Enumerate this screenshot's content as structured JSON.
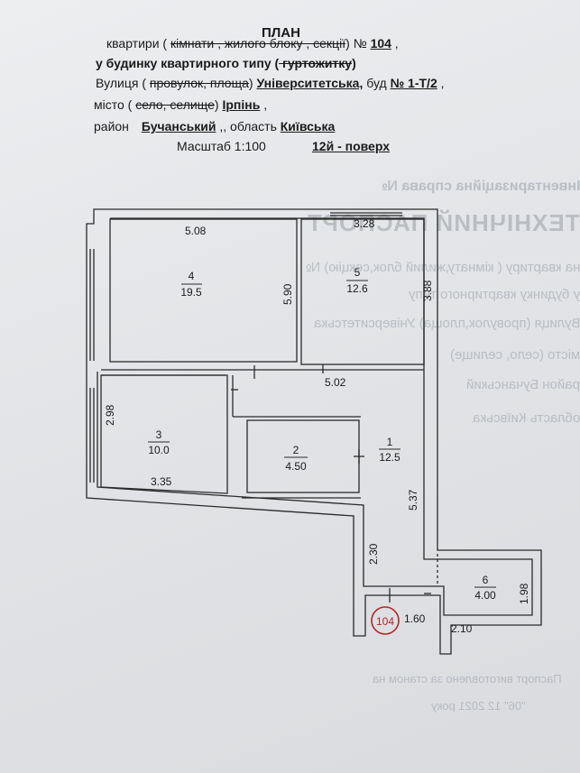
{
  "header": {
    "title": "ПЛАН",
    "line1_prefix": "квартири ( ",
    "line1_struck": "кімнати , жилого блоку , секції",
    "line1_suffix": ") № ",
    "apartment_no": "104",
    "line2_prefix": "у будинку квартирного типу (",
    "line2_struck": " гуртожитку",
    "line2_suffix": ")",
    "line3_prefix": "Вулиця ( ",
    "line3_struck": "провулок, площа",
    "line3_suffix": ") ",
    "street": "Університетська,",
    "building_label": " буд ",
    "building_no": "№ 1-Т/2",
    "line4_prefix": "місто ( ",
    "line4_struck": "село, селище",
    "line4_suffix": ") ",
    "city": "Ірпінь",
    "district_label": "район ",
    "district": "Бучанський",
    "region_label": ", область ",
    "region": "Київська",
    "scale_label": "Масштаб ",
    "scale": "1:100",
    "floor": "12й - поверх"
  },
  "plan": {
    "dimensions": {
      "d508": "5.08",
      "d328": "3.28",
      "d590": "5.90",
      "d388": "3.88",
      "d502": "5.02",
      "d298": "2.98",
      "d335": "3.35",
      "d537": "5.37",
      "d230": "2.30",
      "d160": "1.60",
      "d198": "1.98",
      "d210": "2.10"
    },
    "rooms": [
      {
        "no": "1",
        "area": "12.5"
      },
      {
        "no": "2",
        "area": "4.50"
      },
      {
        "no": "3",
        "area": "10.0"
      },
      {
        "no": "4",
        "area": "19.5"
      },
      {
        "no": "5",
        "area": "12.6"
      },
      {
        "no": "6",
        "area": "4.00"
      }
    ],
    "stamp": "104"
  }
}
